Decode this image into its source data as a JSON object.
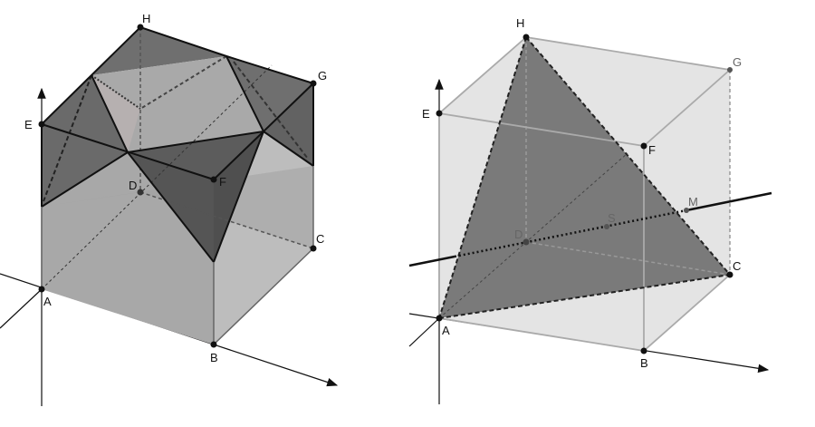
{
  "left_figure": {
    "points": {
      "A": "A",
      "B": "B",
      "C": "C",
      "D": "D",
      "E": "E",
      "F": "F",
      "G": "G",
      "H": "H"
    }
  },
  "right_figure": {
    "points": {
      "A": "A",
      "B": "B",
      "C": "C",
      "D": "D",
      "E": "E",
      "F": "F",
      "G": "G",
      "H": "H",
      "M": "M",
      "S": "S"
    }
  },
  "colors": {
    "dark_face": "#6e6e6e",
    "light_face": "#b3b0b0",
    "cube_face": "#e4e4e4",
    "tetra_face": "#7a7a7a"
  }
}
